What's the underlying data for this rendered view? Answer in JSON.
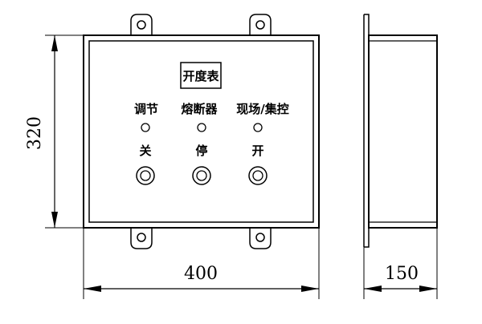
{
  "drawing": {
    "front_view": {
      "title_plate": "开度表",
      "indicators": [
        {
          "label": "调节"
        },
        {
          "label": "熔断器"
        },
        {
          "label": "现场/集控"
        }
      ],
      "buttons": [
        {
          "label": "关"
        },
        {
          "label": "停"
        },
        {
          "label": "开"
        }
      ]
    },
    "dimensions": {
      "width": "400",
      "height": "320",
      "depth": "150"
    }
  }
}
